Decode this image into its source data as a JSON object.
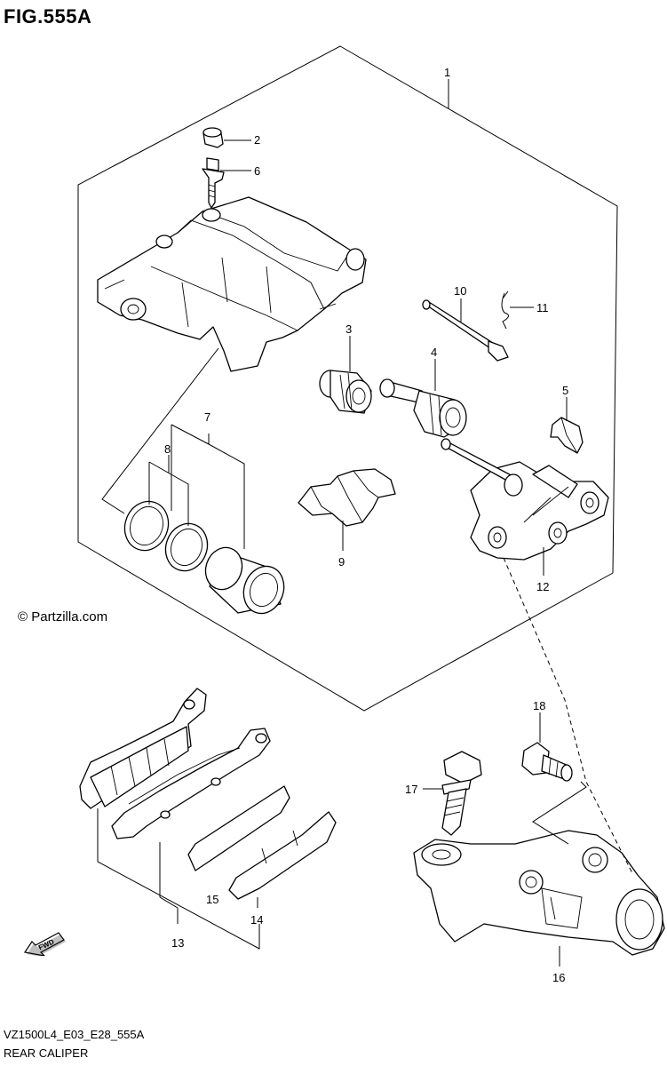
{
  "figure": {
    "title": "FIG.555A",
    "copyright": "© Partzilla.com",
    "footer_code": "VZ1500L4_E03_E28_555A",
    "footer_name": "REAR CALIPER",
    "fwd_text": "FWD"
  },
  "callouts": [
    {
      "number": "1"
    },
    {
      "number": "2"
    },
    {
      "number": "6"
    },
    {
      "number": "3"
    },
    {
      "number": "4"
    },
    {
      "number": "10"
    },
    {
      "number": "11"
    },
    {
      "number": "5"
    },
    {
      "number": "7"
    },
    {
      "number": "8"
    },
    {
      "number": "9"
    },
    {
      "number": "12"
    },
    {
      "number": "18"
    },
    {
      "number": "17"
    },
    {
      "number": "16"
    },
    {
      "number": "15"
    },
    {
      "number": "14"
    },
    {
      "number": "13"
    }
  ],
  "colors": {
    "line": "#000000",
    "background": "#ffffff"
  }
}
